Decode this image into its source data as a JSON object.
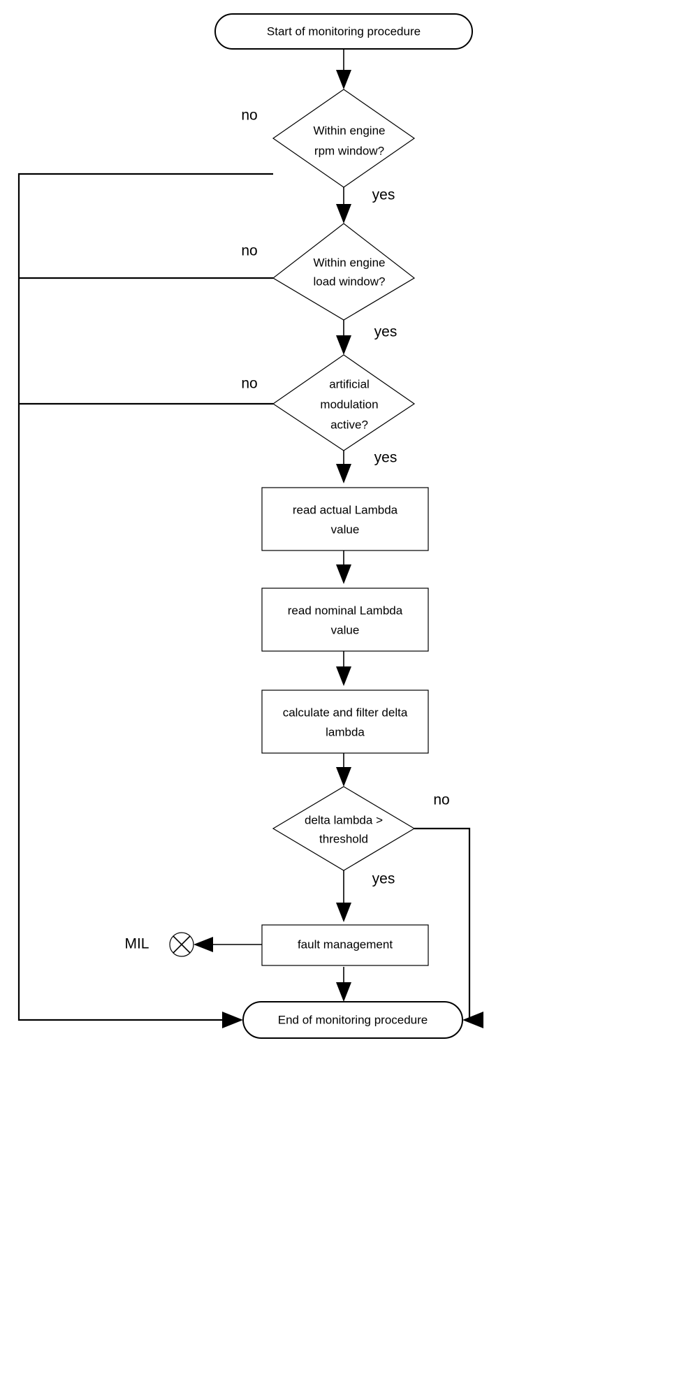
{
  "diagram": {
    "type": "flowchart",
    "title": "Lambda sensor monitoring procedure flowchart",
    "background_color": "#ffffff",
    "line_color": "#000000",
    "nodes": {
      "start": {
        "shape": "terminator",
        "label": "Start of monitoring procedure"
      },
      "decision_rpm": {
        "shape": "diamond",
        "line1": "Within engine",
        "line2": "rpm window?"
      },
      "decision_load": {
        "shape": "diamond",
        "line1": "Within engine",
        "line2": "load window?"
      },
      "decision_modulation": {
        "shape": "diamond",
        "line1": "artificial",
        "line2": "modulation",
        "line3": "active?"
      },
      "read_actual": {
        "shape": "process",
        "line1": "read actual Lambda",
        "line2": "value"
      },
      "read_nominal": {
        "shape": "process",
        "line1": "read nominal Lambda",
        "line2": "value"
      },
      "calculate_delta": {
        "shape": "process",
        "line1": "calculate and filter delta",
        "line2": "lambda"
      },
      "decision_threshold": {
        "shape": "diamond",
        "line1": "delta lambda >",
        "line2": "threshold"
      },
      "fault_management": {
        "shape": "process",
        "line1": "fault management"
      },
      "mil_indicator": {
        "shape": "circle-x",
        "label": "MIL"
      },
      "end": {
        "shape": "terminator",
        "label": "End of monitoring procedure"
      }
    },
    "edge_labels": {
      "rpm_no": "no",
      "rpm_yes": "yes",
      "load_no": "no",
      "load_yes": "yes",
      "modulation_no": "no",
      "modulation_yes": "yes",
      "threshold_no": "no",
      "threshold_yes": "yes"
    }
  }
}
